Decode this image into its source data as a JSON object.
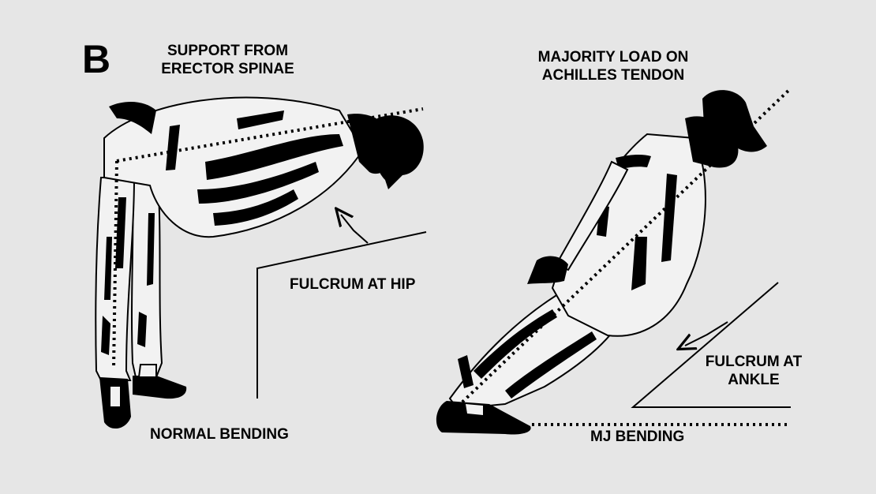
{
  "panel_letter": "B",
  "left_panel": {
    "support_label": "SUPPORT FROM ERECTOR SPINAE",
    "fulcrum_label": "FULCRUM AT HIP",
    "caption": "NORMAL BENDING"
  },
  "right_panel": {
    "load_label": "MAJORITY LOAD ON ACHILLES TENDON",
    "fulcrum_label": "FULCRUM AT ANKLE",
    "caption": "MJ BENDING"
  },
  "colors": {
    "background": "#e6e6e6",
    "ink": "#000000",
    "figure_fill": "#f2f2f2"
  },
  "icons": [
    "bending-figure-illustration",
    "leaning-figure-illustration",
    "fedora-hat-icon",
    "arrow-icon"
  ]
}
